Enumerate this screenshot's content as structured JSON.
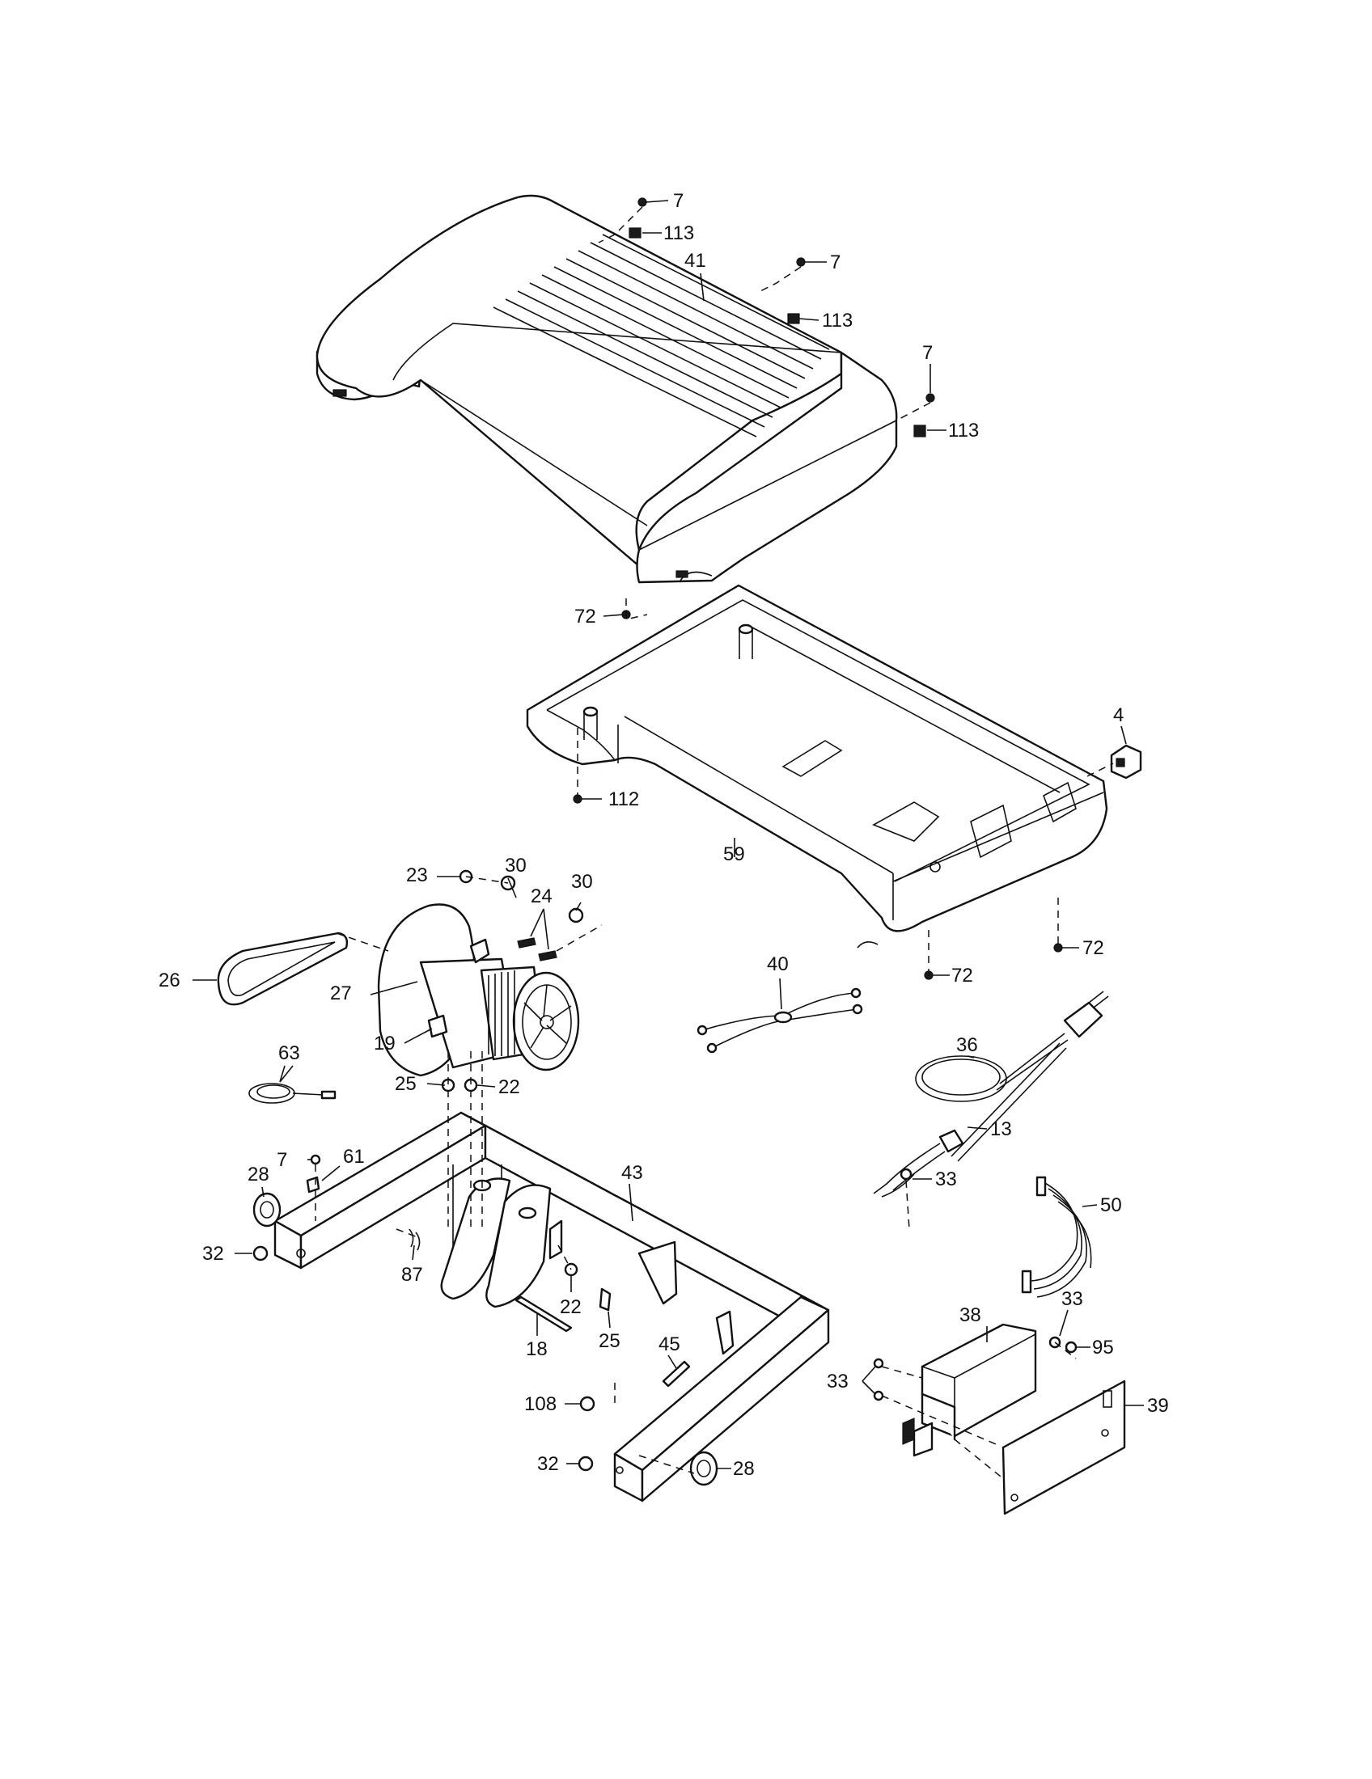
{
  "callouts": [
    {
      "label": "7"
    },
    {
      "label": "113"
    },
    {
      "label": "41"
    },
    {
      "label": "7"
    },
    {
      "label": "113"
    },
    {
      "label": "7"
    },
    {
      "label": "113"
    },
    {
      "label": "72"
    },
    {
      "label": "4"
    },
    {
      "label": "112"
    },
    {
      "label": "59"
    },
    {
      "label": "72"
    },
    {
      "label": "72"
    },
    {
      "label": "23"
    },
    {
      "label": "30"
    },
    {
      "label": "30"
    },
    {
      "label": "24"
    },
    {
      "label": "26"
    },
    {
      "label": "27"
    },
    {
      "label": "19"
    },
    {
      "label": "40"
    },
    {
      "label": "36"
    },
    {
      "label": "63"
    },
    {
      "label": "25"
    },
    {
      "label": "22"
    },
    {
      "label": "13"
    },
    {
      "label": "7"
    },
    {
      "label": "61"
    },
    {
      "label": "28"
    },
    {
      "label": "33"
    },
    {
      "label": "43"
    },
    {
      "label": "50"
    },
    {
      "label": "32"
    },
    {
      "label": "87"
    },
    {
      "label": "22"
    },
    {
      "label": "25"
    },
    {
      "label": "18"
    },
    {
      "label": "38"
    },
    {
      "label": "33"
    },
    {
      "label": "45"
    },
    {
      "label": "95"
    },
    {
      "label": "33"
    },
    {
      "label": "39"
    },
    {
      "label": "108"
    },
    {
      "label": "32"
    },
    {
      "label": "28"
    }
  ]
}
